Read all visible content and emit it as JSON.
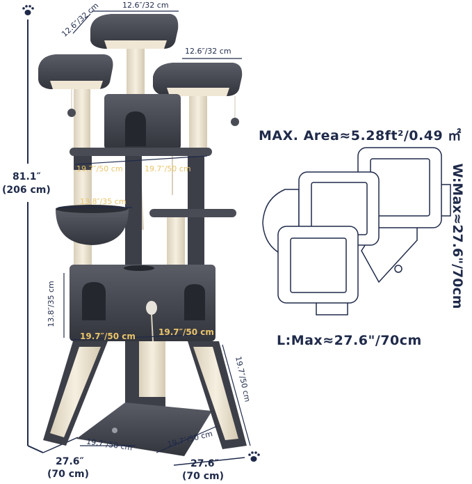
{
  "dimensions": {
    "top_platform_width": "12.6″/32 cm",
    "top_platform_depth": "12.6″/32 cm",
    "right_platform_width": "12.6″/32 cm",
    "total_height_in": "81.1″",
    "total_height_cm": "(206 cm)",
    "mid_platform_left": "19.7″/50 cm",
    "mid_platform_right": "19.7″/50 cm",
    "basket": "13.8″/35 cm",
    "condo_height": "13.8″/35 cm",
    "condo_left": "19.7″/50 cm",
    "condo_right": "19.7″/50 cm",
    "ramp_length": "19.7″/50 cm",
    "base_left": "19.7″/50 cm",
    "base_right": "19.7″/50 cm",
    "footprint_left_in": "27.6″",
    "footprint_left_cm": "(70 cm)",
    "footprint_right_in": "27.6″",
    "footprint_right_cm": "(70 cm)"
  },
  "area_panel": {
    "max_area": "MAX. Area≈5.28ft²/0.49 ㎡",
    "width_max": "W:Max≈27.6\"/70cm",
    "length_max": "L:Max≈27.6\"/70cm"
  },
  "colors": {
    "navy": "#1f2a4a",
    "plush": "#3d3f48",
    "plush_light": "#5a5c66",
    "sisal": "#efe6d4"
  }
}
